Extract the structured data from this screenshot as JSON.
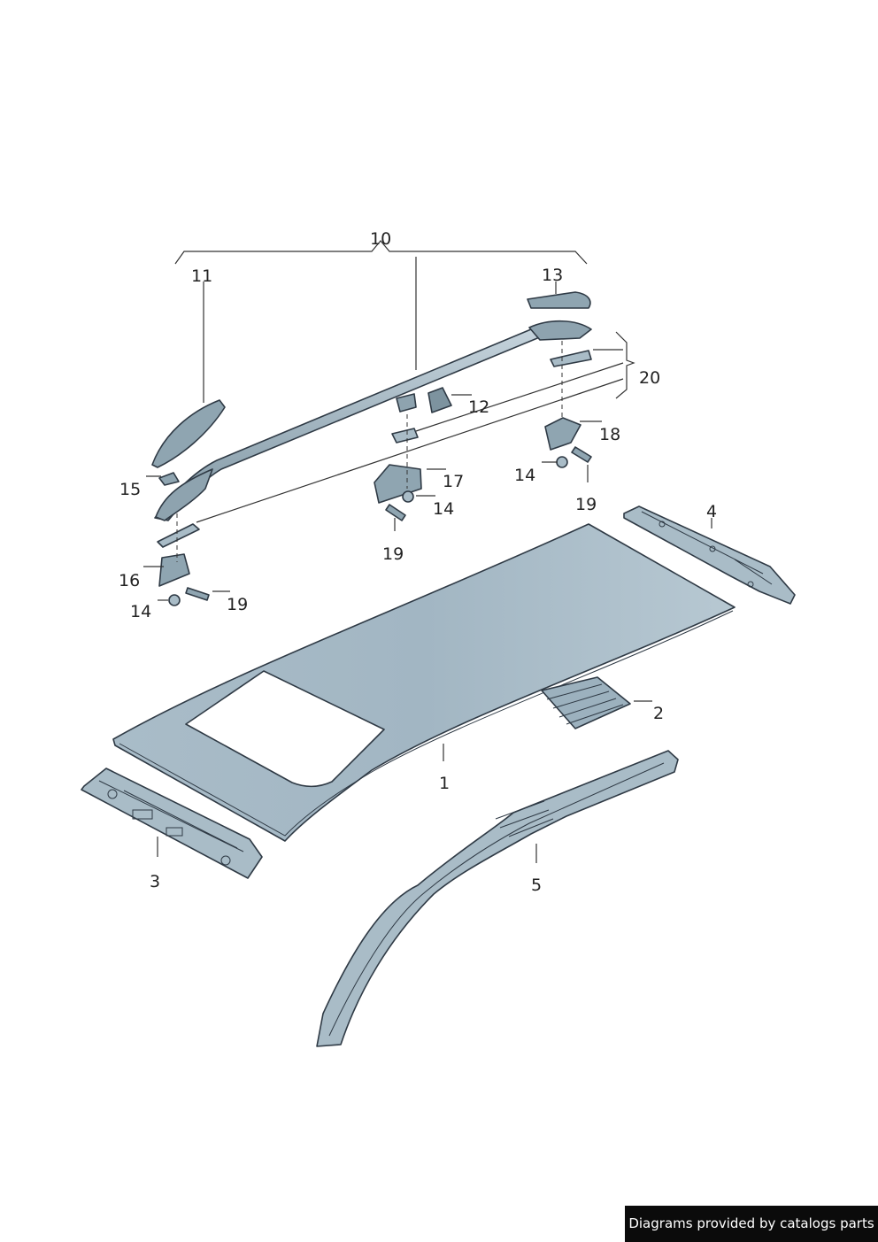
{
  "callouts": {
    "c1": "1",
    "c2": "2",
    "c3": "3",
    "c4": "4",
    "c5": "5",
    "c10": "10",
    "c11": "11",
    "c12": "12",
    "c13": "13",
    "c14a": "14",
    "c14b": "14",
    "c14c": "14",
    "c15": "15",
    "c16": "16",
    "c17": "17",
    "c18": "18",
    "c19a": "19",
    "c19b": "19",
    "c19c": "19",
    "c20": "20"
  },
  "credit": "Diagrams provided by catalogs parts",
  "colors": {
    "part_fill": "#a8bcc8",
    "part_dark": "#7d939f",
    "edge": "#2f3a45",
    "credit_bg": "#0b0b0b"
  }
}
